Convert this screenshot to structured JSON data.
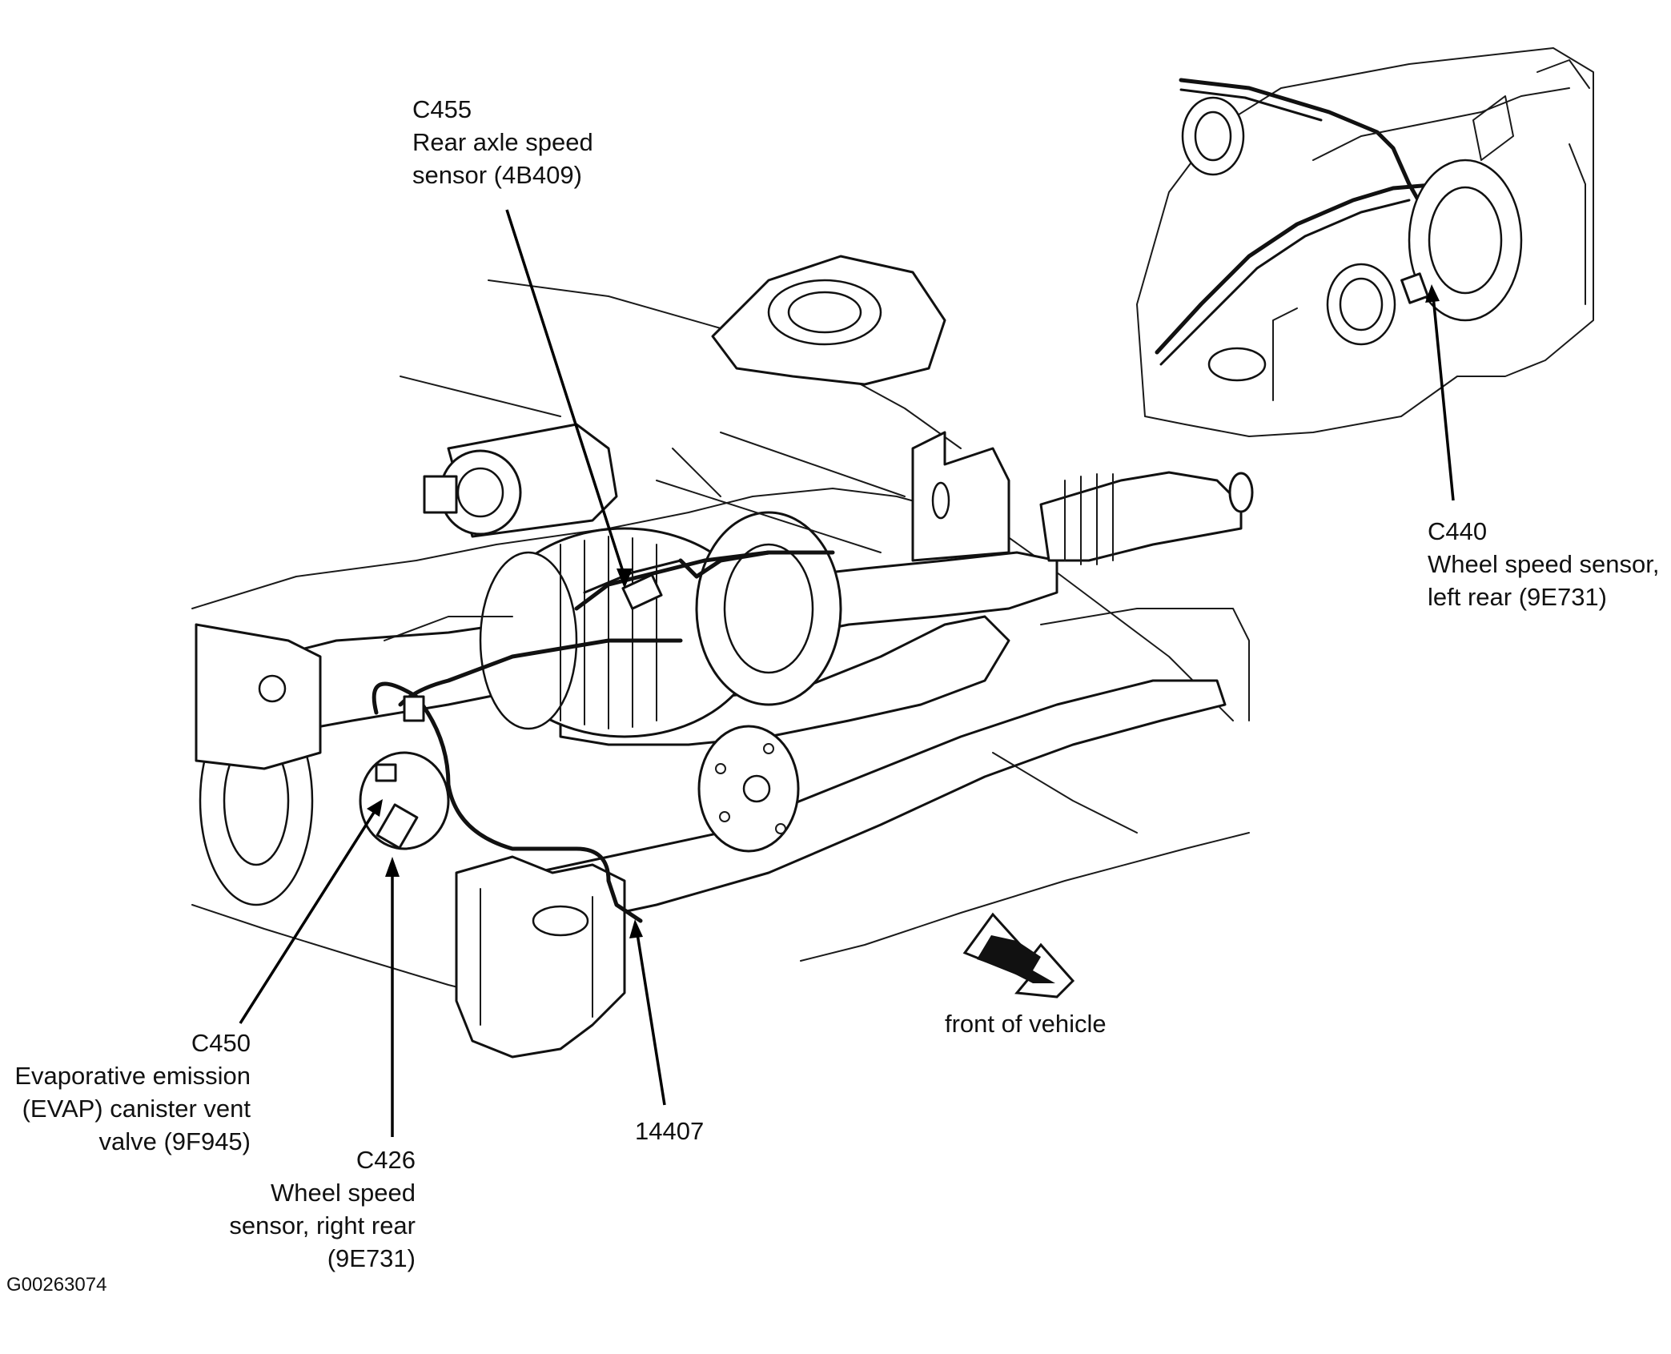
{
  "labels": {
    "c455": {
      "code": "C455",
      "line1": "Rear axle speed",
      "line2": "sensor (4B409)"
    },
    "c440": {
      "code": "C440",
      "line1": "Wheel speed sensor,",
      "line2": "left rear (9E731)"
    },
    "c450": {
      "code": "C450",
      "line1": "Evaporative emission",
      "line2": "(EVAP) canister vent",
      "line3": "valve (9F945)"
    },
    "c426": {
      "code": "C426",
      "line1": "Wheel speed",
      "line2": "sensor, right rear",
      "line3": "(9E731)"
    },
    "part_14407": "14407",
    "front": "front of vehicle"
  },
  "figure_id": "G00263074",
  "icons": [
    "front-direction-arrow-icon"
  ]
}
